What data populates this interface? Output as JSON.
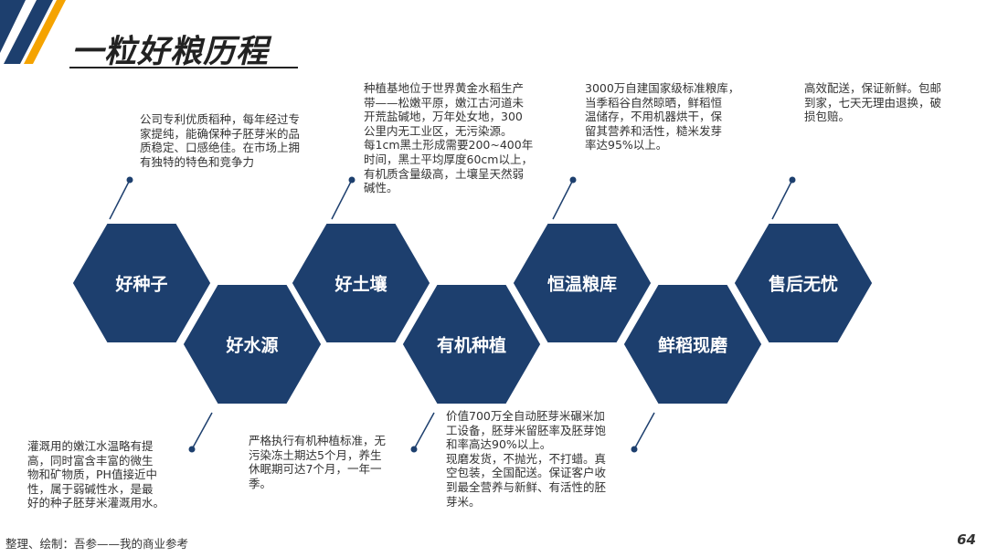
{
  "title": "一粒好粮历程",
  "colors": {
    "hex_fill": "#1d3f6e",
    "accent": "#f5a300",
    "line": "#1d3f6e"
  },
  "steps": [
    {
      "label": "好种子",
      "desc": "公司专利优质稻种，每年经过专\n家提纯，能确保种子胚芽米的品\n质稳定、口感绝佳。在市场上拥\n有独特的特色和竞争力"
    },
    {
      "label": "好水源",
      "desc": "灌溉用的嫩江水温略有提\n高，同时富含丰富的微生\n物和矿物质，PH值接近中\n性，属于弱碱性水，是最\n好的种子胚芽米灌溉用水。"
    },
    {
      "label": "好土壤",
      "desc": "种植基地位于世界黄金水稻生产\n带——松嫩平原，嫩江古河道未\n开荒盐碱地，万年处女地，300\n公里内无工业区，无污染源。\n每1cm黑土形成需要200~400年\n时间，黑土平均厚度60cm以上，\n有机质含量级高，土壤呈天然弱\n碱性。"
    },
    {
      "label": "有机种植",
      "desc": "严格执行有机种植标准，无\n污染冻土期达5个月，养生\n休眠期可达7个月，一年一\n季。"
    },
    {
      "label": "恒温粮库",
      "desc": "3000万自建国家级标准粮库，\n当季稻谷自然晾晒，鲜稻恒\n温储存，不用机器烘干，保\n留其营养和活性，糙米发芽\n率达95%以上。"
    },
    {
      "label": "鲜稻现磨",
      "desc": "价值700万全自动胚芽米碾米加\n工设备，胚芽米留胚率及胚芽饱\n和率高达90%以上。\n现磨发货，不抛光，不打蜡。真\n空包装，全国配送。保证客户收\n到最全营养与新鲜、有活性的胚\n芽米。"
    },
    {
      "label": "售后无忧",
      "desc": "高效配送，保证新鲜。包邮\n到家，七天无理由退换，破\n损包赔。"
    }
  ],
  "footer": "整理、绘制：吾参——我的商业参考",
  "page_number": "64"
}
